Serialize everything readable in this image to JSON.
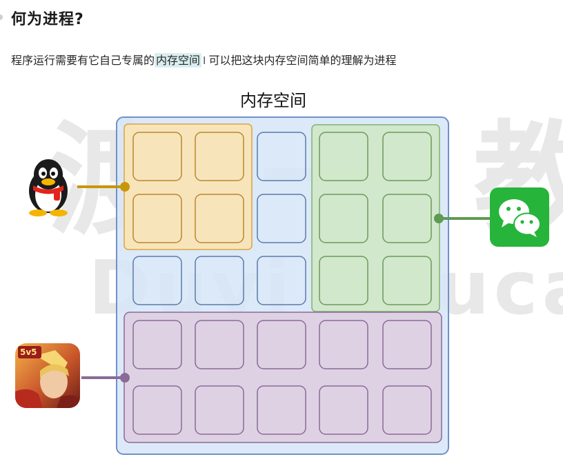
{
  "heading": "何为进程?",
  "paragraph": {
    "before": "程序运行需要有它自己专属的",
    "highlight": "内存空间",
    "cursor": "I",
    "after": "可以把这块内存空间简单的理解为进程"
  },
  "watermark": {
    "cn": "渡一教育",
    "en": "Duyi Education"
  },
  "diagram": {
    "title": "内存空间",
    "apps": [
      {
        "name": "qq",
        "icon": "qq-penguin-icon",
        "color": "#c8960b"
      },
      {
        "name": "wechat",
        "icon": "wechat-icon",
        "color": "#5e9a52"
      },
      {
        "name": "game",
        "icon": "game-app-icon",
        "color": "#8a6a97",
        "badge": "5v5"
      }
    ],
    "colors": {
      "memory": "#d6e5f8",
      "memory_border": "#6e91c8",
      "qq_region": "#fbe3b4",
      "wechat_region": "#cfe8c6",
      "game_region": "#ddd0e3"
    }
  }
}
